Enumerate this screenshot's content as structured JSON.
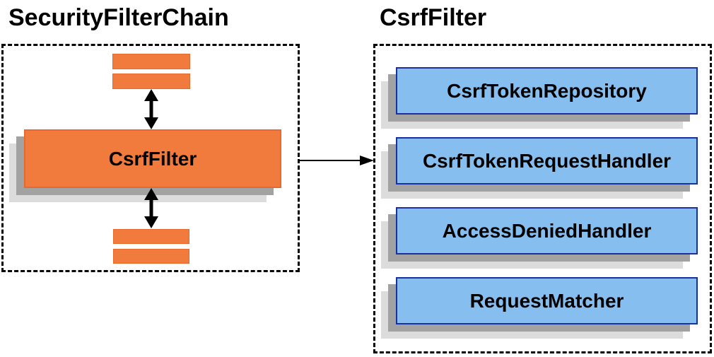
{
  "diagram": {
    "left": {
      "title": "SecurityFilterChain",
      "filter_box_label": "CsrfFilter"
    },
    "right": {
      "title": "CsrfFilter",
      "components": [
        "CsrfTokenRepository",
        "CsrfTokenRequestHandler",
        "AccessDeniedHandler",
        "RequestMatcher"
      ]
    },
    "colors": {
      "orange_fill": "#F07B3C",
      "orange_border": "#E8692E",
      "blue_fill": "#87BEF0",
      "blue_border": "#1B2F9E",
      "shadow_dark": "#A2A2A2",
      "shadow_light": "#DCDCDC",
      "outline": "#000000"
    }
  }
}
